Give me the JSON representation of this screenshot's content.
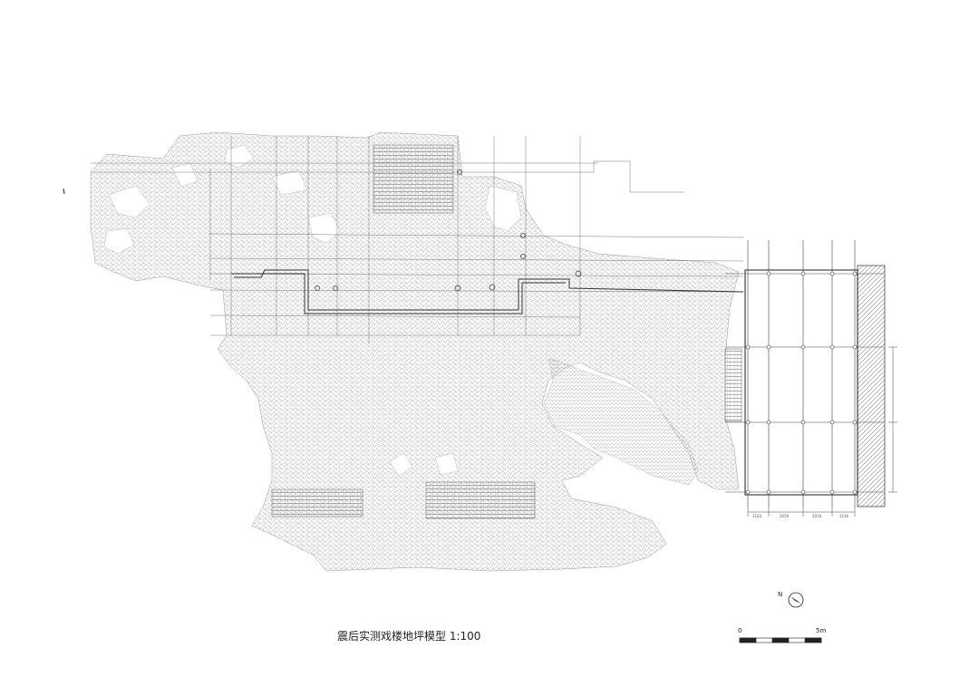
{
  "drawing": {
    "title": "震后实测戏楼地坪模型 1:100",
    "north_label": "N",
    "scale_bar": {
      "start": "0",
      "end": "5m"
    },
    "bottom_dims": [
      "1163",
      "2056",
      "2010",
      "1146"
    ],
    "line_color": "#6b6b6b",
    "paper_color": "#ffffff"
  }
}
